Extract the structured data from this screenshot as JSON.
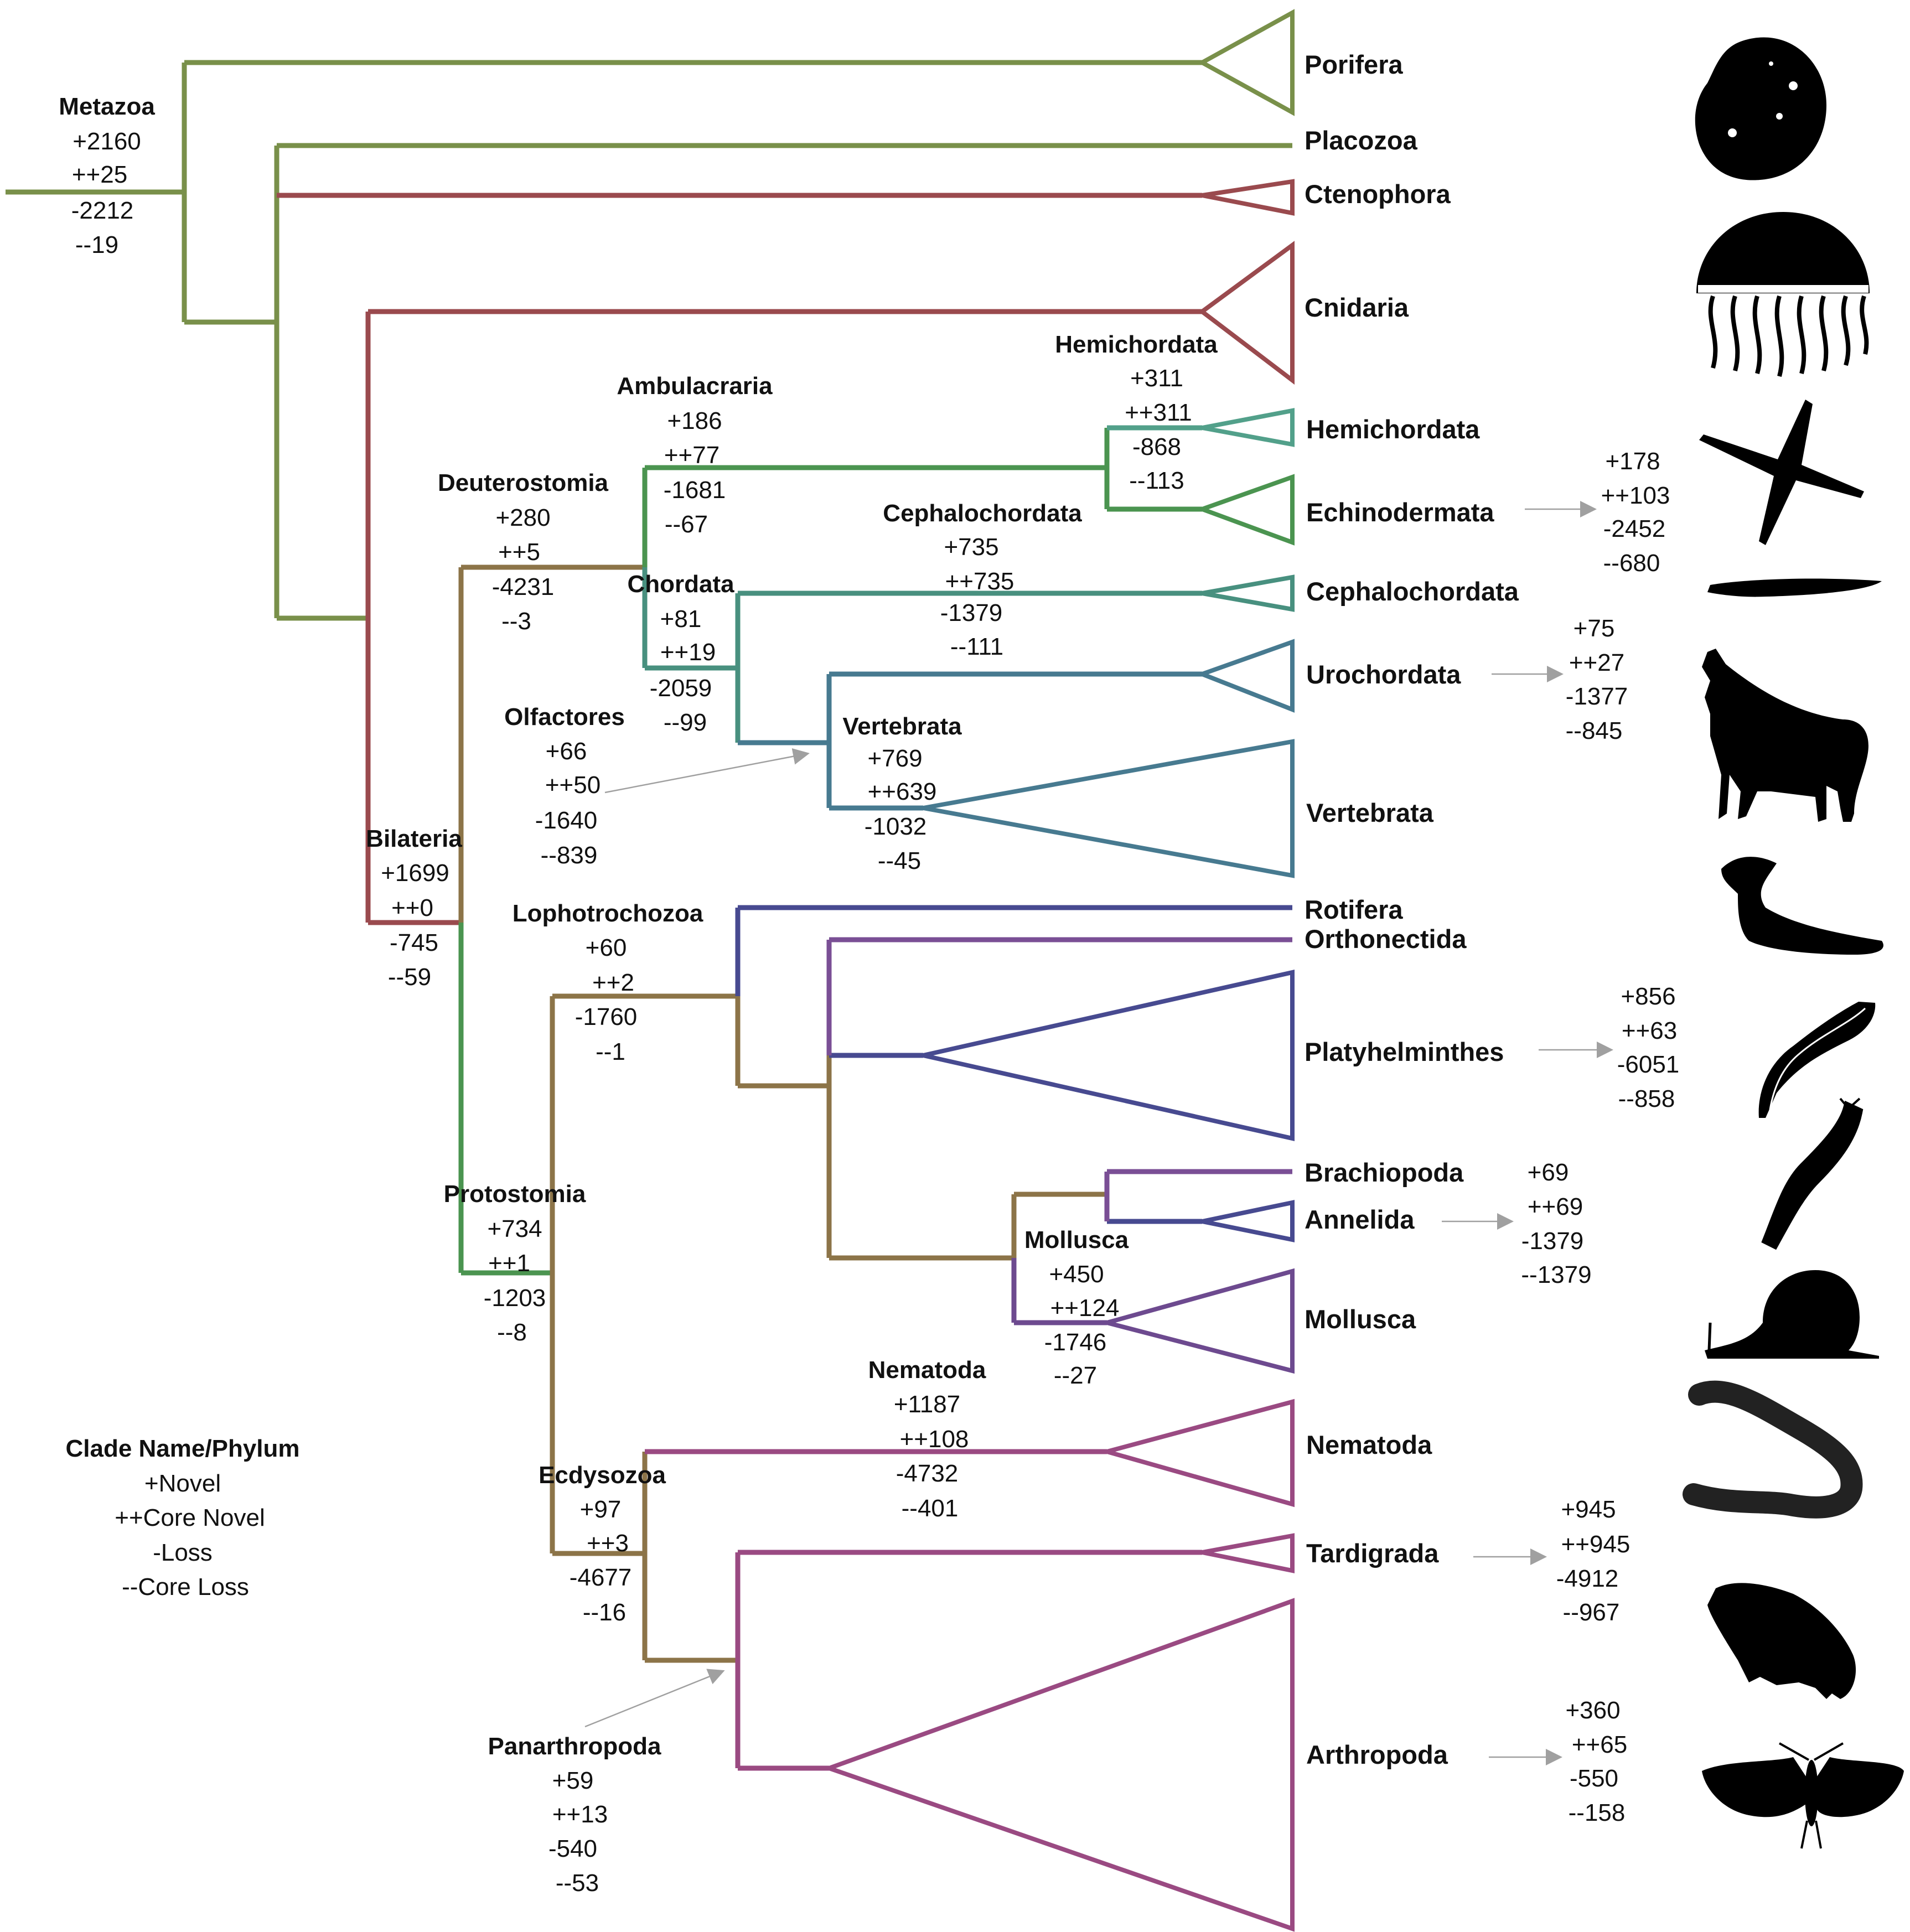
{
  "colors": {
    "metazoa_green": "#79904a",
    "bilateria_red": "#9a4a4e",
    "deutero_brown": "#8c7448",
    "ambulacraria_green": "#4b9450",
    "hemichordata_teal": "#52a08a",
    "chordata_teal": "#48907f",
    "vertebrata_blue": "#477a90",
    "lopho_blue": "#474a90",
    "flatworm_purple": "#7a4f95",
    "mollusca_purple": "#6d4a8f",
    "ecdyso_magenta": "#9a4a82",
    "arrow_gray": "#a0a0a0",
    "text": "#111111"
  },
  "clades": {
    "metazoa": {
      "name": "Metazoa",
      "stats": [
        "+2160",
        "++25",
        "-2212",
        "--19"
      ]
    },
    "bilateria": {
      "name": "Bilateria",
      "stats": [
        "+1699",
        "++0",
        "-745",
        "--59"
      ]
    },
    "deuterostomia": {
      "name": "Deuterostomia",
      "stats": [
        "+280",
        "++5",
        "-4231",
        "--3"
      ]
    },
    "ambulacraria": {
      "name": "Ambulacraria",
      "stats": [
        "+186",
        "++77",
        "-1681",
        "--67"
      ]
    },
    "hemichordata": {
      "name": "Hemichordata",
      "stats": [
        "+311",
        "++311",
        "-868",
        "--113"
      ]
    },
    "cephalochordata": {
      "name": "Cephalochordata",
      "stats": [
        "+735",
        "++735",
        "-1379",
        "--111"
      ]
    },
    "chordata": {
      "name": "Chordata",
      "stats": [
        "+81",
        "++19",
        "-2059",
        "--99"
      ]
    },
    "olfactores": {
      "name": "Olfactores",
      "stats": [
        "+66",
        "++50",
        "-1640",
        "--839"
      ]
    },
    "vertebrata": {
      "name": "Vertebrata",
      "stats": [
        "+769",
        "++639",
        "-1032",
        "--45"
      ]
    },
    "lophotrochozoa": {
      "name": "Lophotrochozoa",
      "stats": [
        "+60",
        "++2",
        "-1760",
        "--1"
      ]
    },
    "protostomia": {
      "name": "Protostomia",
      "stats": [
        "+734",
        "++1",
        "-1203",
        "--8"
      ]
    },
    "mollusca": {
      "name": "Mollusca",
      "stats": [
        "+450",
        "++124",
        "-1746",
        "--27"
      ]
    },
    "nematoda": {
      "name": "Nematoda",
      "stats": [
        "+1187",
        "++108",
        "-4732",
        "--401"
      ]
    },
    "ecdysozoa": {
      "name": "Ecdysozoa",
      "stats": [
        "+97",
        "++3",
        "-4677",
        "--16"
      ]
    },
    "panarthropoda": {
      "name": "Panarthropoda",
      "stats": [
        "+59",
        "++13",
        "-540",
        "--53"
      ]
    }
  },
  "tips": {
    "porifera": "Porifera",
    "placozoa": "Placozoa",
    "ctenophora": "Ctenophora",
    "cnidaria": "Cnidaria",
    "hemichordata": "Hemichordata",
    "echinodermata": "Echinodermata",
    "cephalochordata": "Cephalochordata",
    "urochordata": "Urochordata",
    "vertebrata": "Vertebrata",
    "rotifera": "Rotifera",
    "orthonectida": "Orthonectida",
    "platyhelminthes": "Platyhelminthes",
    "brachiopoda": "Brachiopoda",
    "annelida": "Annelida",
    "mollusca": "Mollusca",
    "nematoda": "Nematoda",
    "tardigrada": "Tardigrada",
    "arthropoda": "Arthropoda"
  },
  "species_stats": {
    "echinodermata": [
      "+178",
      "++103",
      "-2452",
      "--680"
    ],
    "urochordata": [
      "+75",
      "++27",
      "-1377",
      "--845"
    ],
    "platyhelminthes": [
      "+856",
      "++63",
      "-6051",
      "--858"
    ],
    "annelida": [
      "+69",
      "++69",
      "-1379",
      "--1379"
    ],
    "tardigrada": [
      "+945",
      "++945",
      "-4912",
      "--967"
    ],
    "arthropoda": [
      "+360",
      "++65",
      "-550",
      "--158"
    ]
  },
  "legend": {
    "title": "Clade Name/Phylum",
    "lines": [
      "+Novel",
      "++Core Novel",
      "-Loss",
      "--Core Loss"
    ]
  },
  "silhouettes": [
    "sponge-icon",
    "jellyfish-icon",
    "starfish-icon",
    "lancelet-icon",
    "wolf-icon",
    "rotifer-icon",
    "flatworm-icon",
    "annelid-icon",
    "snail-icon",
    "nematode-icon",
    "tardigrade-icon",
    "moth-icon"
  ]
}
